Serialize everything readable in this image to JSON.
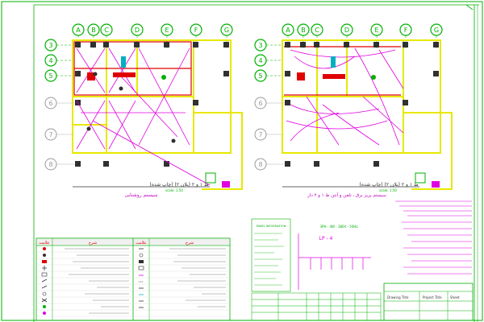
{
  "plan_left": {
    "grid_letters": [
      "A",
      "B",
      "C",
      "D",
      "E",
      "F",
      "G"
    ],
    "grid_numbers": [
      "3",
      "4",
      "5",
      "6",
      "7",
      "8"
    ],
    "title": "(چاپ شده) ط ۱ و ۲ (پلان ۲)",
    "subtitle": "سیستم روشنایی",
    "scale": "scale: 1:50"
  },
  "plan_right": {
    "grid_letters": [
      "A",
      "B",
      "C",
      "D",
      "E",
      "F",
      "G"
    ],
    "grid_numbers": [
      "3",
      "4",
      "5",
      "6",
      "7",
      "8"
    ],
    "title": "(چاپ شده) ط ۱ و ۲ (پلان ۲)",
    "subtitle": "سیستم پریز برق ، تلفن و آنتن ط ۱ و ۲ دار",
    "scale": "scale: 1:50"
  },
  "legend": {
    "headers": [
      "علامت",
      "شرح",
      "علامت",
      "شرح"
    ]
  },
  "panel": {
    "title": "LP - 4",
    "header": "3PH - 4W - 380V - 50Hz",
    "box_title": "PANEL INFORMATION"
  },
  "title_block": {
    "drawing_label": "Drawing Title",
    "project_label": "Project Title",
    "sheet_label": "Sheet"
  },
  "colors": {
    "border": "#00b000",
    "wall_yellow": "#e8e800",
    "wall_red": "#e00000",
    "magenta": "#e000e0",
    "column_fill": "#303030",
    "grid_circle": "#00b000",
    "text_magenta": "#c000c0",
    "cyan": "#00b0c0"
  }
}
